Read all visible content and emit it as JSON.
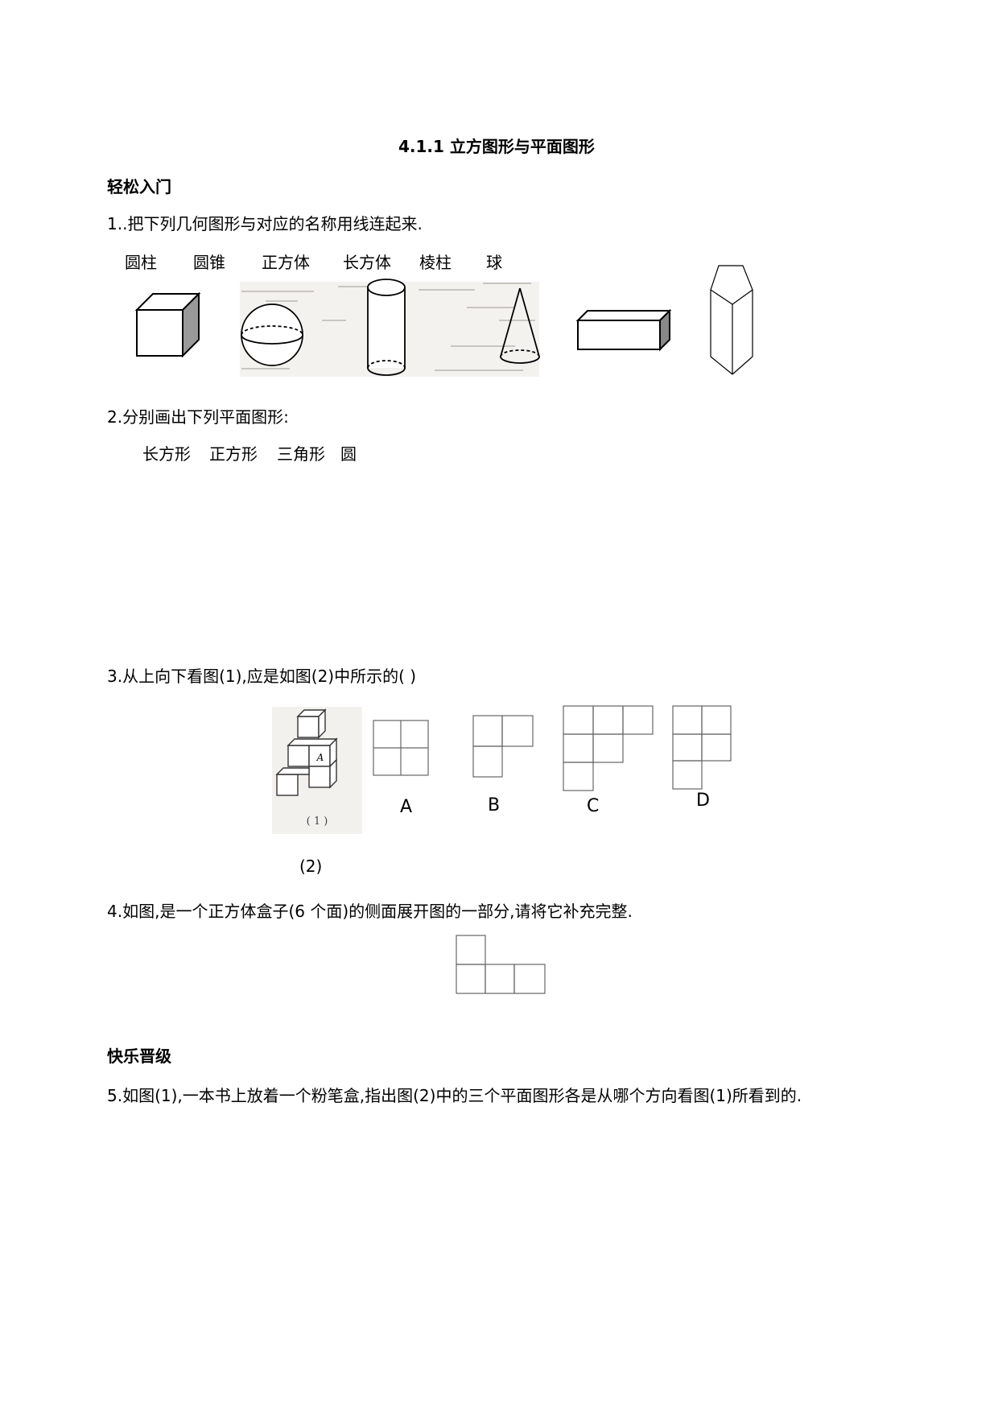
{
  "title": "4.1.1  立方图形与平面图形",
  "sections": {
    "easy": "轻松入门",
    "advanced": "快乐晋级"
  },
  "questions": {
    "q1": "1..把下列几何图形与对应的名称用线连起来.",
    "q2": "2.分别画出下列平面图形:",
    "q3": "3.从上向下看图(1),应是如图(2)中所示的(    )",
    "q4": "4.如图,是一个正方体盒子(6 个面)的侧面展开图的一部分,请将它补充完整.",
    "q5": "5.如图(1),一本书上放着一个粉笔盒,指出图(2)中的三个平面图形各是从哪个方向看图(1)所看到的."
  },
  "q1_names": [
    "圆柱",
    "圆锥",
    "正方体",
    "长方体",
    "棱柱",
    "球"
  ],
  "q2_shapes": [
    "长方形",
    "正方形",
    "三角形",
    "圆"
  ],
  "q3_options": [
    "A",
    "B",
    "C",
    "D"
  ],
  "q3_fig1_caption": "( 1 )",
  "q3_fig1_label": "A",
  "q3_fig2_caption": "(2)",
  "accent_dot_color": "#d4a017"
}
